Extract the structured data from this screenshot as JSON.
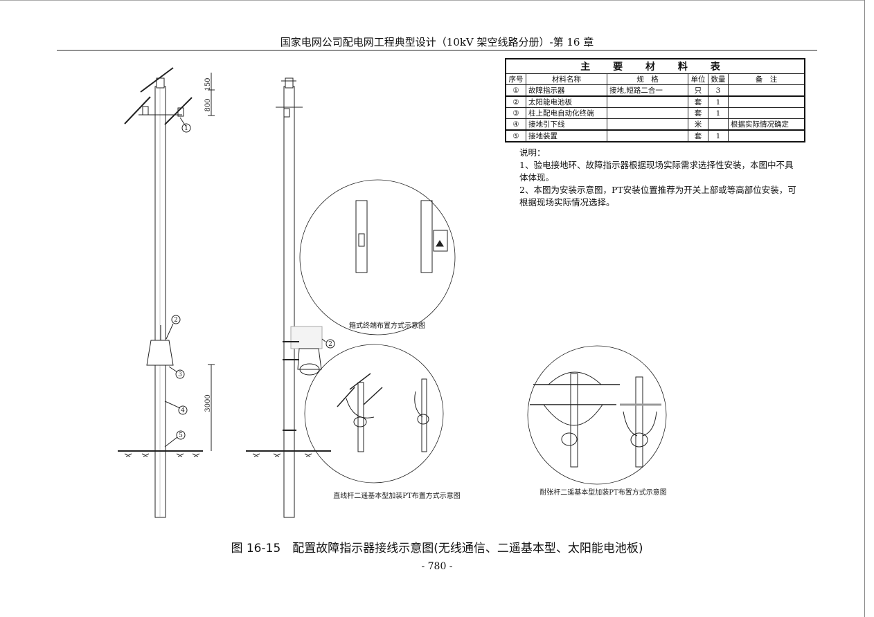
{
  "header": {
    "title": "国家电网公司配电网工程典型设计（10kV 架空线路分册）-第 16 章"
  },
  "materials_table": {
    "title": "主 要 材 料 表",
    "columns": [
      "序号",
      "材料名称",
      "规　格",
      "单位",
      "数量",
      "备　注"
    ],
    "rows": [
      {
        "no": "①",
        "name": "故障指示器",
        "spec": "接地,短路二合一",
        "unit": "只",
        "qty": "3",
        "note": ""
      },
      {
        "no": "②",
        "name": "太阳能电池板",
        "spec": "",
        "unit": "套",
        "qty": "1",
        "note": ""
      },
      {
        "no": "③",
        "name": "柱上配电自动化终端",
        "spec": "",
        "unit": "套",
        "qty": "1",
        "note": ""
      },
      {
        "no": "④",
        "name": "接地引下线",
        "spec": "",
        "unit": "米",
        "qty": "",
        "note": "根据实际情况确定"
      },
      {
        "no": "⑤",
        "name": "接地装置",
        "spec": "",
        "unit": "套",
        "qty": "1",
        "note": ""
      }
    ]
  },
  "notes": {
    "heading": "说明：",
    "items": [
      "1、验电接地环、故障指示器根据现场实际需求选择性安装，本图中不具体体现。",
      "2、本图为安装示意图，PT安装位置推荐为开关上部或等高部位安装，可根据现场实际情况选择。"
    ]
  },
  "drawing": {
    "dimensions": {
      "d150": "150",
      "d800": "800",
      "d3000": "3000"
    },
    "callouts": {
      "c1": "1",
      "c2": "2",
      "c3": "3",
      "c4": "4",
      "c5": "5",
      "c2b": "2"
    },
    "detail_captions": {
      "box_terminal": "箱式终端布置方式示意图",
      "straight_pole": "直线杆二遥基本型加装PT布置方式示意图",
      "tension_pole": "耐张杆二遥基本型加装PT布置方式示意图"
    }
  },
  "figure": {
    "caption": "图 16-15　配置故障指示器接线示意图(无线通信、二遥基本型、太阳能电池板)"
  },
  "page": {
    "number": "- 780 -"
  }
}
